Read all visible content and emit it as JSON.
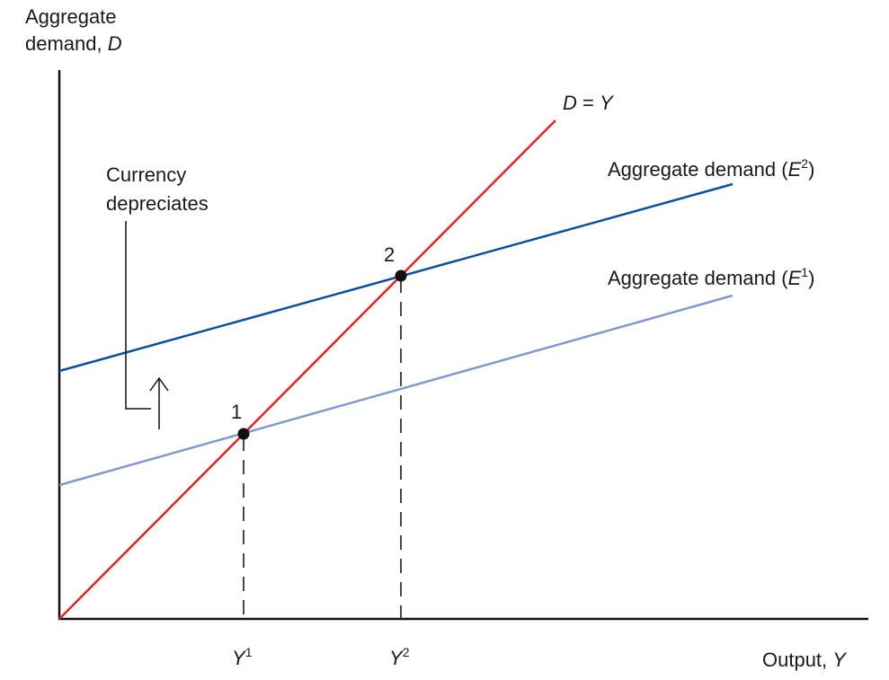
{
  "axes": {
    "y_label_line1": "Aggregate",
    "y_label_line2_text": "demand, ",
    "y_label_line2_var": "D",
    "x_label_text": "Output, ",
    "x_label_var": "Y"
  },
  "lines": {
    "diagonal": {
      "label_left": "D",
      "label_eq": " = ",
      "label_right": "Y",
      "color": "#e8202a"
    },
    "ad_e2": {
      "label_text": "Aggregate demand (",
      "label_var": "E",
      "label_sup": "2",
      "label_close": ")",
      "color": "#0b4ea2"
    },
    "ad_e1": {
      "label_text": "Aggregate demand (",
      "label_var": "E",
      "label_sup": "1",
      "label_close": ")",
      "color": "#8497d3"
    }
  },
  "annotation": {
    "line1": "Currency",
    "line2": "depreciates"
  },
  "points": [
    {
      "label": "1"
    },
    {
      "label": "2"
    }
  ],
  "ticks": [
    {
      "var": "Y",
      "sup": "1"
    },
    {
      "var": "Y",
      "sup": "2"
    }
  ]
}
